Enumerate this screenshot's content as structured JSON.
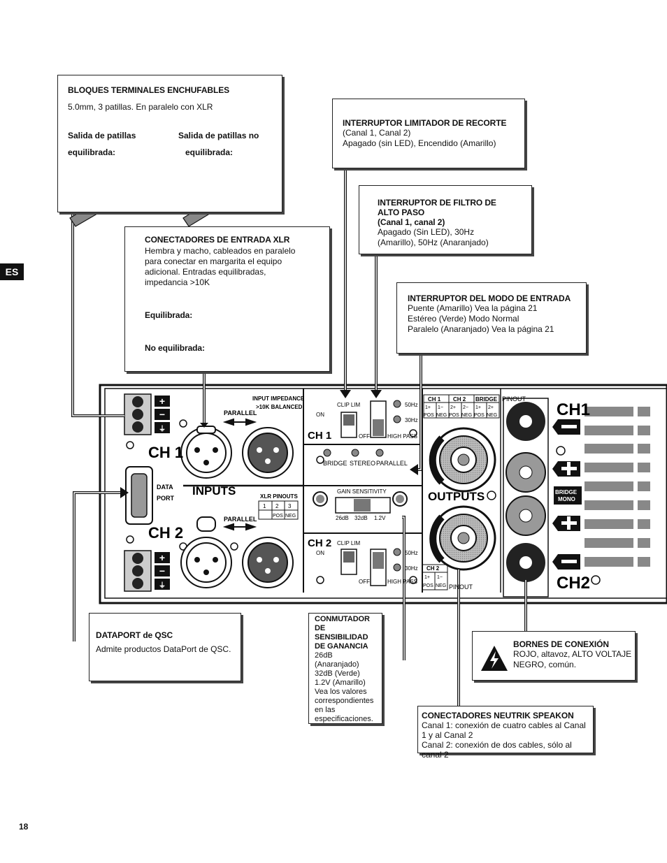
{
  "side_tab": "ES",
  "page_number": "18",
  "callouts": {
    "terminal": {
      "title": "BLOQUES TERMINALES ENCHUFABLES",
      "desc": "5.0mm, 3 patillas. En paralelo con XLR",
      "bal_l1": "Salida de patillas",
      "bal_l2": "equilibrada:",
      "unbal_l1": "Salida de patillas no",
      "unbal_l2": "equilibrada:"
    },
    "xlr": {
      "title": "CONECTADORES DE ENTRADA XLR",
      "desc": "Hembra y macho, cableados en paralelo para conectar en margarita el equipo adicional. Entradas equilibradas, impedancia >10K",
      "bal": "Equilibrada:",
      "unbal": "No equilibrada:"
    },
    "clip": {
      "title": "INTERRUPTOR LIMITADOR DE RECORTE",
      "l1": "(Canal 1, Canal 2)",
      "l2": "Apagado (sin LED), Encendido (Amarillo)"
    },
    "hpf": {
      "title": "INTERRUPTOR DE FILTRO DE ALTO PASO",
      "sub": "(Canal 1, canal 2)",
      "l1": "Apagado (Sin LED), 30Hz (Amarillo), 50Hz (Anaranjado)"
    },
    "mode": {
      "title": "INTERRUPTOR DEL MODO DE ENTRADA",
      "l1": "Puente (Amarillo) Vea la página 21",
      "l2": "Estéreo (Verde) Modo Normal",
      "l3": "Paralelo (Anaranjado) Vea la página 21"
    },
    "dataport": {
      "title": "DATAPORT de QSC",
      "desc": "Admite productos DataPort de QSC."
    },
    "gain": {
      "t1": "CONMUTADOR",
      "t2": "DE",
      "t3": "SENSIBILIDAD",
      "t4": "DE GANANCIA",
      "l1": "26dB (Anaranjado)",
      "l2": "32dB (Verde)",
      "l3": "1.2V (Amarillo)",
      "l4": "Vea los valores correspondientes en las especificaciones."
    },
    "binding": {
      "title": "BORNES DE CONEXIÓN",
      "desc": "ROJO, altavoz, ALTO VOLTAJE NEGRO, común."
    },
    "speakon": {
      "title": "CONECTADORES NEUTRIK SPEAKON",
      "l1": "Canal 1: conexión de cuatro cables al Canal 1 y al Canal 2",
      "l2": "Canal 2: conexión de dos cables, sólo al canal 2"
    }
  },
  "panel": {
    "ch1": "CH 1",
    "ch2": "CH 2",
    "inputs": "INPUTS",
    "outputs": "OUTPUTS",
    "parallel": "PARALLEL",
    "data1": "DATA",
    "data2": "PORT",
    "impedance1": "INPUT IMPEDANCE",
    "impedance2": ">10K BALANCED",
    "xlr_pinouts": "XLR PINOUTS",
    "pin1": "1",
    "pin2": "2",
    "pin3": "3",
    "pos": "POS",
    "neg": "NEG",
    "clip_lim": "CLIP LIM",
    "on": "ON",
    "off": "OFF",
    "high_pass": "HIGH PASS",
    "hz50": "50Hz",
    "hz30": "30Hz",
    "bridge": "BRIDGE",
    "stereo": "STEREO",
    "parallel_mode": "PARALLEL",
    "gain_sens": "GAIN SENSITIVITY",
    "db26": "26dB",
    "db32": "32dB",
    "v12": "1.2V",
    "pinout": "PINOUT",
    "bridge_mono1": "BRIDGE",
    "bridge_mono2": "MONO",
    "ch1_big": "CH1",
    "ch2_big": "CH2",
    "p1p": "1+",
    "p1n": "1−",
    "p2p": "2+",
    "p2n": "2−"
  }
}
